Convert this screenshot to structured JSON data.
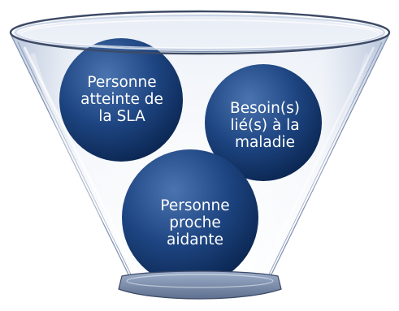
{
  "diagram": {
    "balls": [
      {
        "label": "Personne\natteinte de\nla SLA"
      },
      {
        "label": "Besoin(s)\nlié(s) à la\nmaladie"
      },
      {
        "label": "Personne\nproche\naidante"
      }
    ],
    "colors": {
      "ball_light": "#3e67a3",
      "ball_mid": "#1d4480",
      "ball_dark": "#0a2550",
      "glass_rim": "#3d4a66",
      "glass_body": "#c9d4e6",
      "label_text": "#ffffff"
    }
  }
}
